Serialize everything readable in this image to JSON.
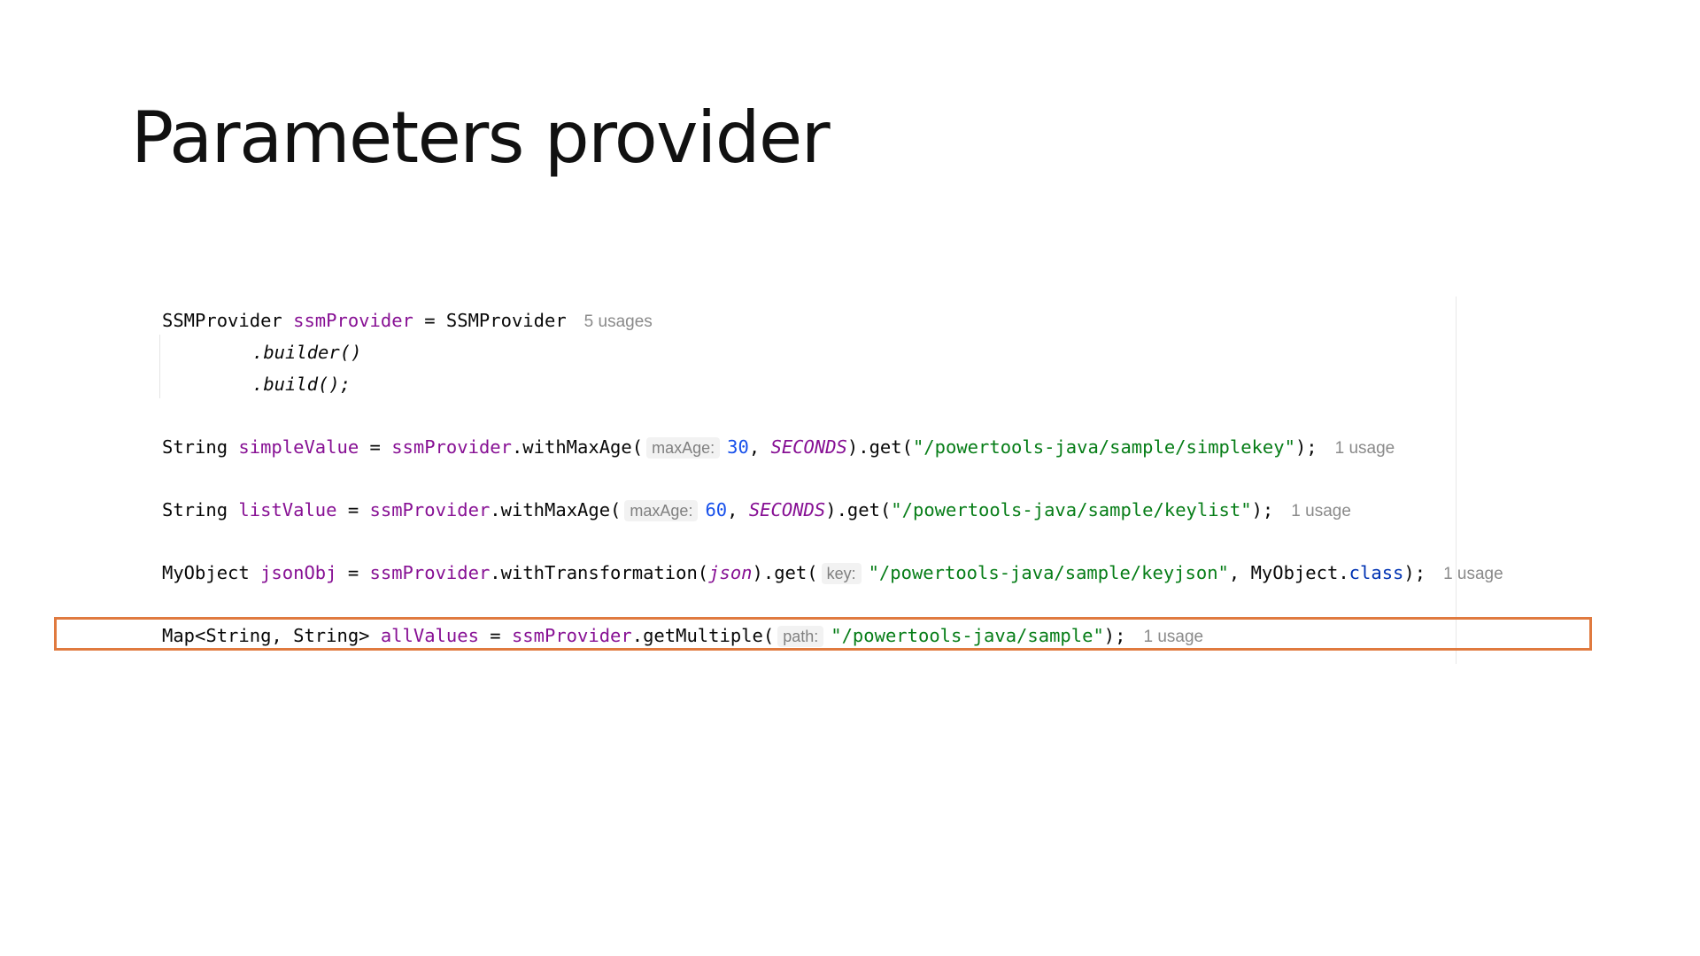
{
  "title": "Parameters provider",
  "colors": {
    "highlight_border": "#e07a3f",
    "variable": "#871094",
    "string": "#067d17",
    "number": "#1750eb",
    "keyword": "#0033b3"
  },
  "code": {
    "line1": {
      "type": "SSMProvider",
      "var": "ssmProvider",
      "op": " = ",
      "rhs": "SSMProvider",
      "usage": "5 usages"
    },
    "line2": {
      "text": ".builder()"
    },
    "line3": {
      "text": ".build();"
    },
    "line4": {
      "type": "String",
      "var": "simpleValue",
      "op": " = ",
      "obj": "ssmProvider",
      "method": ".withMaxAge(",
      "hint": "maxAge:",
      "num": "30",
      "sep": ", ",
      "const": "SECONDS",
      "call": ").get(",
      "str": "\"/powertools-java/sample/simplekey\"",
      "end": ");",
      "usage": "1 usage"
    },
    "line5": {
      "type": "String",
      "var": "listValue",
      "op": " = ",
      "obj": "ssmProvider",
      "method": ".withMaxAge(",
      "hint": "maxAge:",
      "num": "60",
      "sep": ", ",
      "const": "SECONDS",
      "call": ").get(",
      "str": "\"/powertools-java/sample/keylist\"",
      "end": ");",
      "usage": "1 usage"
    },
    "line6": {
      "type": "MyObject",
      "var": "jsonObj",
      "op": " = ",
      "obj": "ssmProvider",
      "method": ".withTransformation(",
      "arg": "json",
      "call": ").get(",
      "hint": "key:",
      "str": "\"/powertools-java/sample/keyjson\"",
      "sep": ", ",
      "cls": "MyObject.",
      "kw": "class",
      "end": ");",
      "usage": "1 usage"
    },
    "line7": {
      "type": "Map<String, String>",
      "var": "allValues",
      "op": " = ",
      "obj": "ssmProvider",
      "method": ".getMultiple(",
      "hint": "path:",
      "str": "\"/powertools-java/sample\"",
      "end": ");",
      "usage": "1 usage"
    }
  }
}
